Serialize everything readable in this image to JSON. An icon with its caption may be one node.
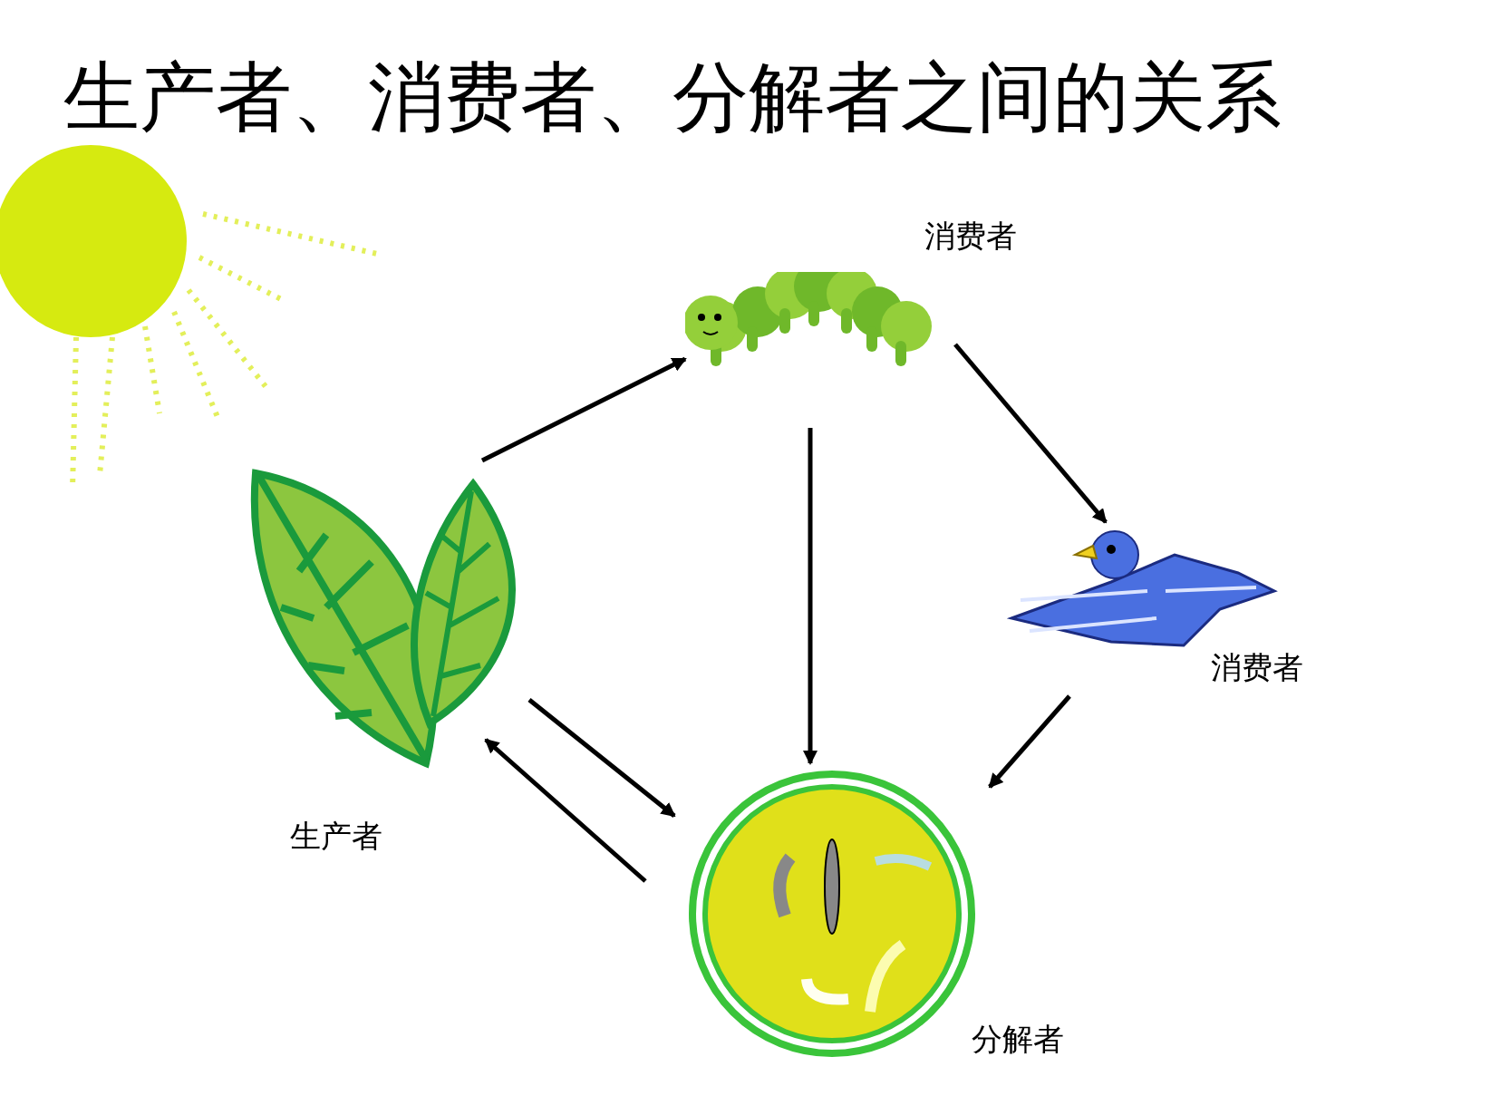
{
  "diagram": {
    "title": "生产者、消费者、分解者之间的关系",
    "nodes": [
      {
        "text": [
          "生产者"
        ]
      },
      {
        "text": [
          "消费者"
        ]
      },
      {
        "text": [
          "消费者"
        ]
      },
      {
        "text": [
          "分解者"
        ]
      }
    ],
    "edges": [
      {
        "from": 0,
        "to": 1,
        "arrow": "to"
      },
      {
        "from": 1,
        "to": 2,
        "arrow": "to"
      },
      {
        "from": 1,
        "to": 3,
        "arrow": "to"
      },
      {
        "from": 2,
        "to": 3,
        "arrow": "to"
      },
      {
        "from": 0,
        "to": 3,
        "arrow": "to"
      },
      {
        "from": 3,
        "to": 0,
        "arrow": "to"
      }
    ]
  }
}
